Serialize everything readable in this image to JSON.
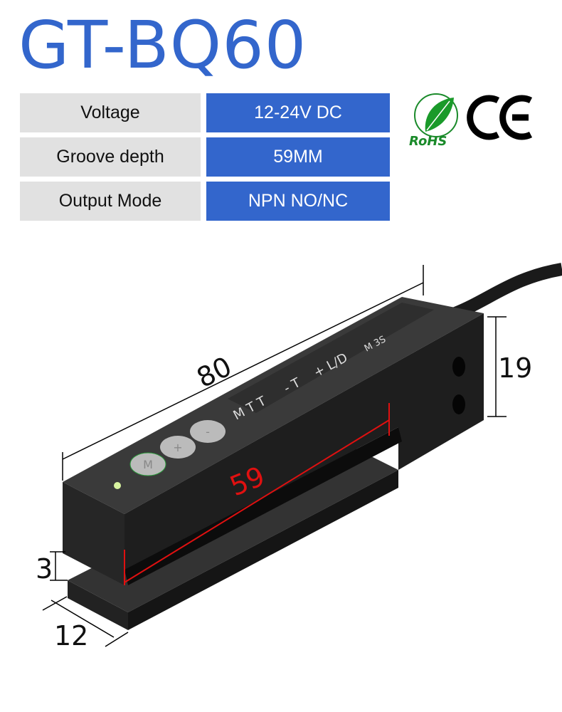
{
  "title": "GT-BQ60",
  "specs": [
    {
      "label": "Voltage",
      "value": "12-24V DC"
    },
    {
      "label": "Groove depth",
      "value": "59MM"
    },
    {
      "label": "Output Mode",
      "value": "NPN NO/NC"
    }
  ],
  "certifications": {
    "rohs": "RoHS",
    "ce": "CE"
  },
  "sensor": {
    "buttons": [
      "M",
      "+",
      "-"
    ],
    "panel_labels": [
      "M T T",
      "- T",
      "+ L/D",
      "M 3S"
    ]
  },
  "dimensions": {
    "length": "80",
    "groove": "59",
    "height": "19",
    "base": "3",
    "width": "12"
  },
  "colors": {
    "accent": "#3366cc",
    "dimension_red": "#e01010",
    "body": "#2a2a2a"
  }
}
